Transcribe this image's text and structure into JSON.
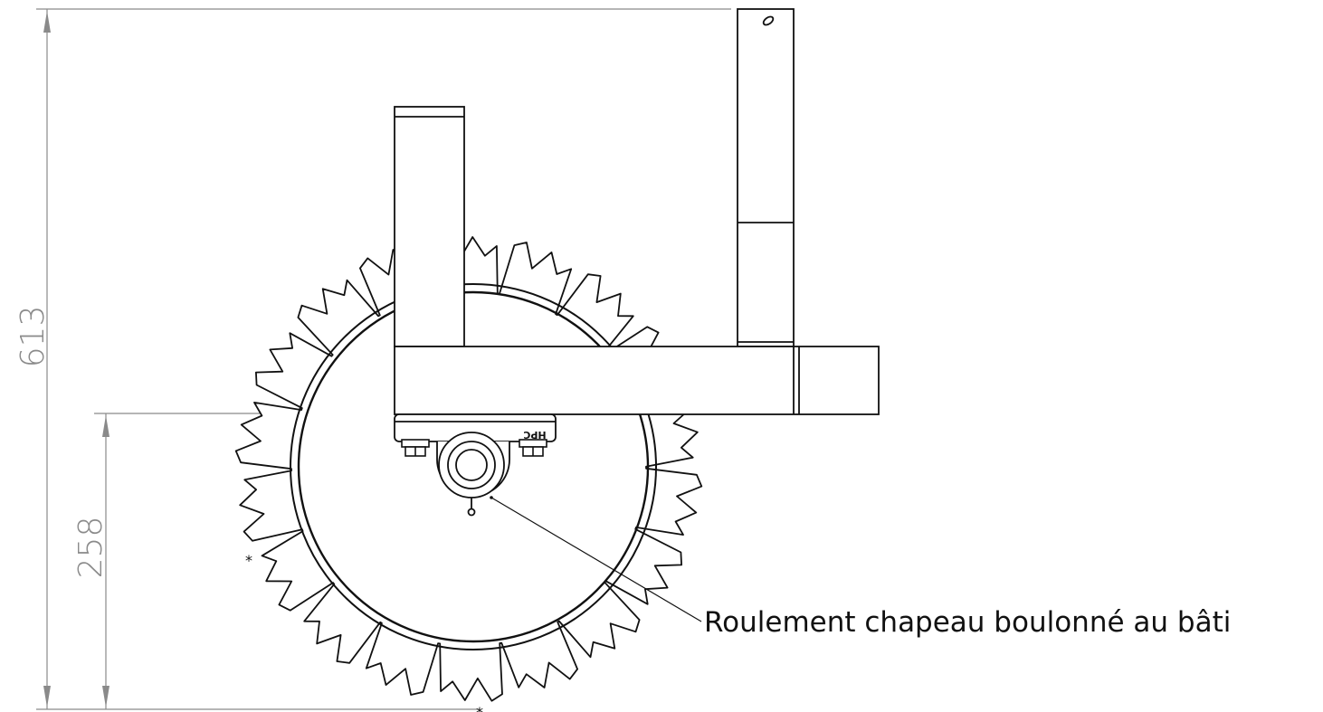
{
  "dimensions": {
    "overall_height": "613",
    "axis_height": "258"
  },
  "callouts": {
    "bearing_label": "Roulement chapeau boulonné au bâti"
  },
  "marks": {
    "brand": "HPC",
    "star": "*"
  },
  "colors": {
    "line": "#111111",
    "dimension": "#8a8a8a"
  }
}
